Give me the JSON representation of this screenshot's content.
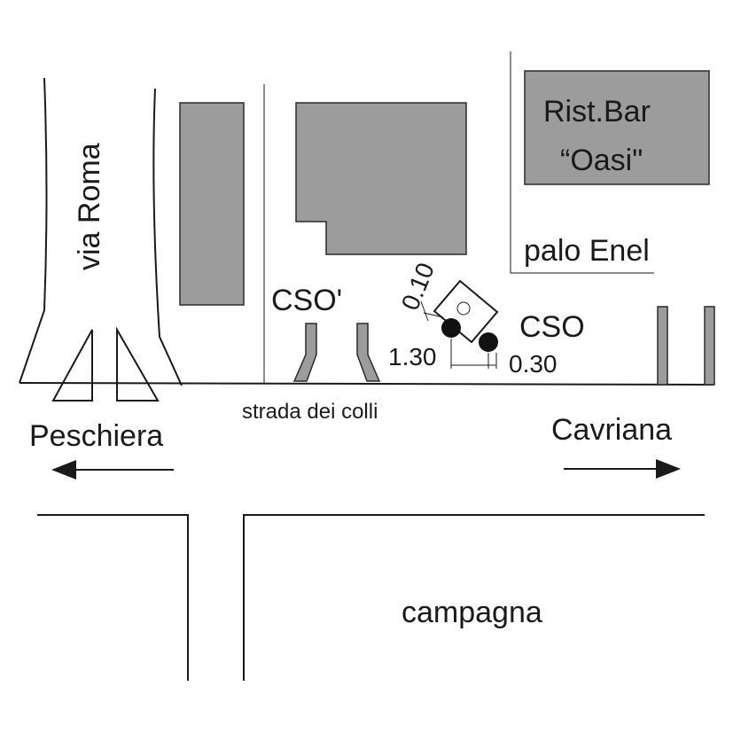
{
  "map": {
    "labels": {
      "via_roma": "via Roma",
      "rist_bar_line1": "Rist.Bar",
      "rist_bar_line2": "“Oasi\"",
      "palo_enel": "palo Enel",
      "cso_prime": "CSO'",
      "cso": "CSO",
      "strada": "strada dei colli",
      "peschiera": "Peschiera",
      "cavriana": "Cavriana",
      "campagna": "campagna"
    },
    "dimensions": {
      "d1": "0.10",
      "d2": "1.30",
      "d3": "0.30"
    },
    "colors": {
      "building": "#9c9c9c",
      "line": "#1a1a1a",
      "background": "#ffffff"
    },
    "icons": [
      "arrow-left-icon",
      "arrow-right-icon",
      "marker-dot-icon"
    ]
  }
}
